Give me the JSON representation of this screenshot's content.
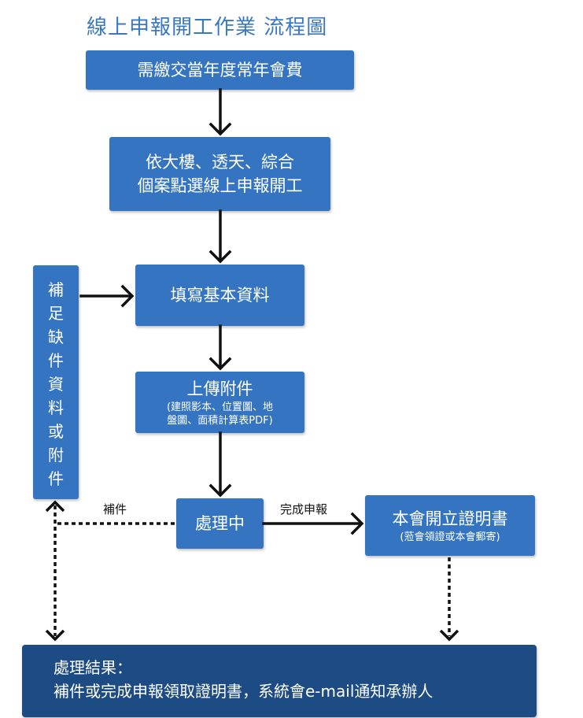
{
  "title": "線上申報開工作業 流程圖",
  "steps": {
    "pay_fee": "需繳交當年度常年會費",
    "select_line1": "依大樓、透天、綜合",
    "select_line2": "個案點選線上申報開工",
    "fill_basic": "填寫基本資料",
    "upload_title": "上傳附件",
    "upload_note_line1": "(建照影本、位置圖、地",
    "upload_note_line2": "盤圖、面積計算表PDF)",
    "processing": "處理中",
    "certificate_title": "本會開立證明書",
    "certificate_note": "(蒞會領證或本會郵寄)"
  },
  "supplement_box": [
    "補",
    "足",
    "缺",
    "件",
    "資",
    "料",
    "或",
    "附",
    "件"
  ],
  "edge_labels": {
    "supplement": "補件",
    "complete": "完成申報"
  },
  "result": {
    "line1": "處理結果：",
    "line2": "補件或完成申報領取證明書，系統會e-mail通知承辦人"
  },
  "colors": {
    "box": "#3474c0",
    "result_box": "#1d4b84",
    "title": "#3a78c2",
    "arrow": "#111111"
  }
}
